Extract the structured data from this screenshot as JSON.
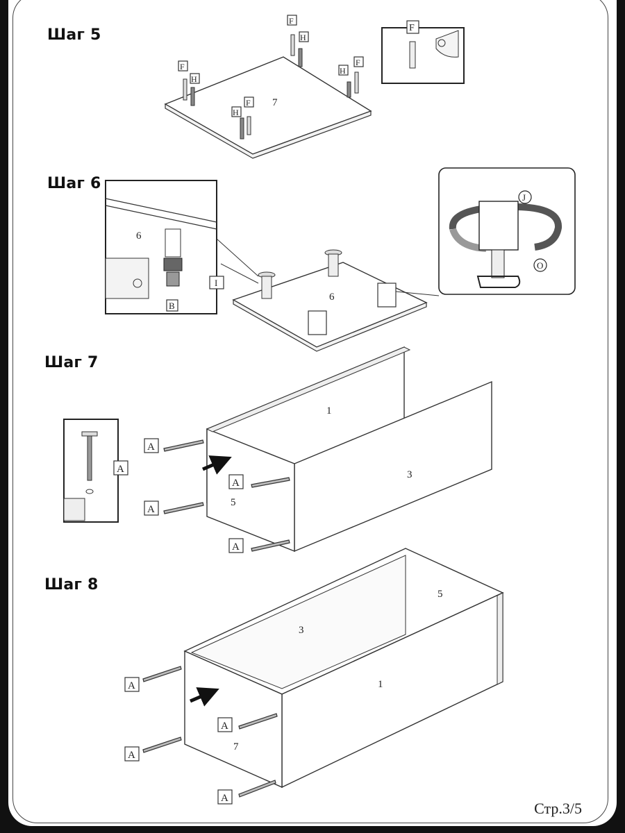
{
  "steps": [
    {
      "title": "Шаг 5"
    },
    {
      "title": "Шаг 6"
    },
    {
      "title": "Шаг 7"
    },
    {
      "title": "Шаг 8"
    }
  ],
  "parts": {
    "p1": "1",
    "p3": "3",
    "p5": "5",
    "p6": "6",
    "p7": "7"
  },
  "fittings": {
    "A": "A",
    "B": "B",
    "F": "F",
    "H": "H",
    "I": "I",
    "J": "J",
    "O": "O"
  },
  "footer": {
    "page": "Стр.3/5"
  }
}
